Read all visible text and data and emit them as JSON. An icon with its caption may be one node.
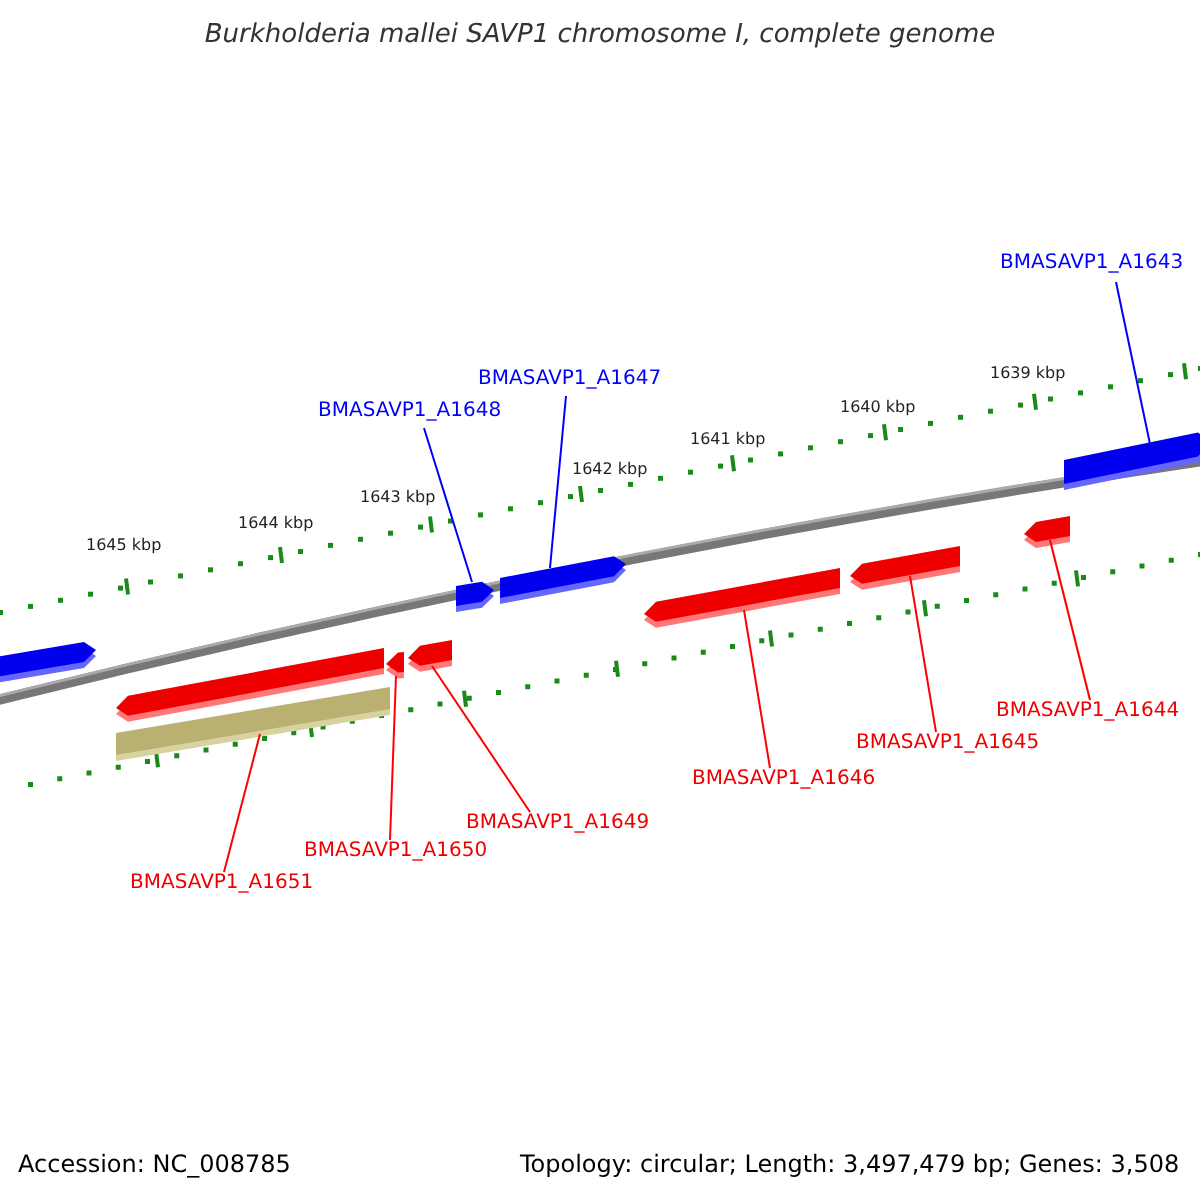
{
  "diagram": {
    "title": "Burkholderia mallei SAVP1 chromosome I, complete genome",
    "nodes": [
      {
        "text": [
          "BMASAVP1_A1643"
        ]
      },
      {
        "text": [
          "BMASAVP1_A1647"
        ]
      },
      {
        "text": [
          "BMASAVP1_A1648"
        ]
      },
      {
        "text": [
          "BMASAVP1_A1644"
        ]
      },
      {
        "text": [
          "BMASAVP1_A1645"
        ]
      },
      {
        "text": [
          "BMASAVP1_A1646"
        ]
      },
      {
        "text": [
          "BMASAVP1_A1649"
        ]
      },
      {
        "text": [
          "BMASAVP1_A1650"
        ]
      },
      {
        "text": [
          "BMASAVP1_A1651"
        ]
      },
      {
        "text": [],
        "shape": "bar"
      },
      {
        "text": [],
        "shape": "bar"
      },
      {
        "text": [],
        "shape": "bar"
      },
      {
        "text": [],
        "shape": "bar"
      },
      {
        "text": [],
        "shape": "bar"
      },
      {
        "text": [],
        "shape": "bar"
      },
      {
        "text": [],
        "shape": "bar"
      },
      {
        "text": [],
        "shape": "bar"
      },
      {
        "text": [],
        "shape": "bar"
      }
    ],
    "edges": [
      {
        "from": 0,
        "to": 17,
        "arrow": "none",
        "color": "#0000ff"
      },
      {
        "from": 1,
        "to": 13,
        "arrow": "none",
        "color": "#0000ff"
      },
      {
        "from": 2,
        "to": 12,
        "arrow": "none",
        "color": "#0000ff"
      },
      {
        "from": 3,
        "to": 16,
        "arrow": "none"
      },
      {
        "from": 4,
        "to": 15,
        "arrow": "none"
      },
      {
        "from": 5,
        "to": 14,
        "arrow": "none"
      },
      {
        "from": 6,
        "to": 11,
        "arrow": "none"
      },
      {
        "from": 7,
        "to": 10,
        "arrow": "none"
      },
      {
        "from": 8,
        "to": 9,
        "arrow": "none"
      }
    ],
    "labels": [
      "1639 kbp",
      "1640 kbp",
      "1641 kbp",
      "1642 kbp",
      "1643 kbp",
      "1644 kbp",
      "1645 kbp",
      "Accession: NC_008785",
      "Topology: circular; Length: 3,497,479 bp; Genes: 3,508"
    ]
  }
}
